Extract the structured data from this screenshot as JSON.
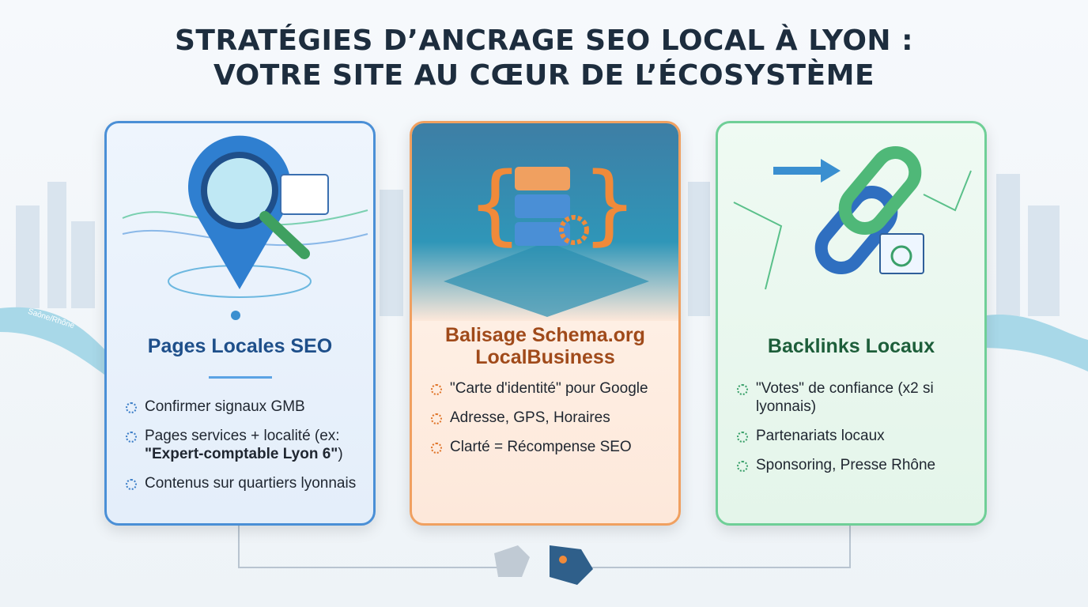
{
  "title_line1": "Stratégies d’ancrage SEO local à Lyon :",
  "title_line2": "Votre site au cœur de l’écosystème",
  "river_label": "Saône/Rhône",
  "colors": {
    "blue": "#4a8fd6",
    "orange": "#f0a060",
    "green": "#6fcf97"
  },
  "cards": [
    {
      "title": "Pages Locales SEO",
      "icon": "map-pin-magnifier-icon",
      "items": [
        "Confirmer signaux GMB",
        "Pages services + localité (ex: ",
        "\"Expert-comptable Lyon 6\"",
        ")",
        "Contenus sur quartiers lyonnais"
      ]
    },
    {
      "title": "Balisage Schema.org LocalBusiness",
      "icon": "code-database-gear-icon",
      "items": [
        "\"Carte d'identité\" pour Google",
        "Adresse, GPS, Horaires",
        "Clarté = Récompense SEO"
      ]
    },
    {
      "title": "Backlinks Locaux",
      "icon": "chain-link-icon",
      "items": [
        "\"Votes\" de confiance (x2 si lyonnais)",
        "Partenariats locaux",
        "Sponsoring, Presse Rhône"
      ]
    }
  ]
}
